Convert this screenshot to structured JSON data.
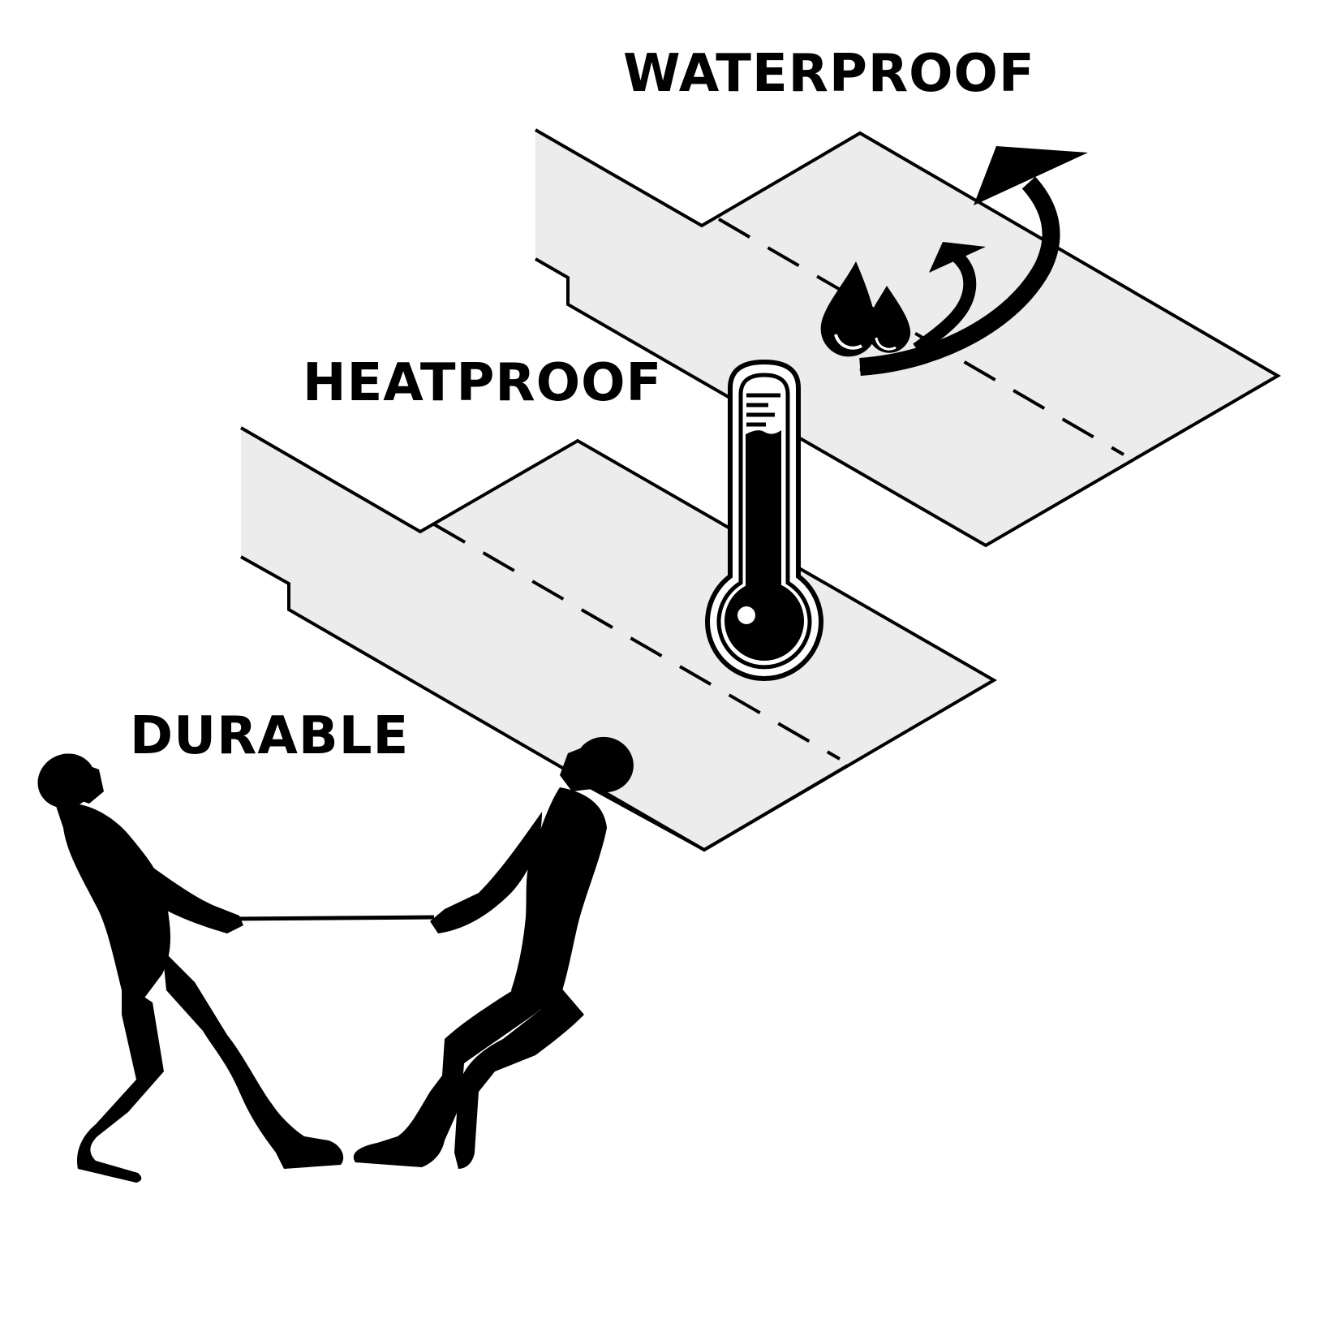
{
  "labels": {
    "waterproof": "WATERPROOF",
    "heatproof": "HEATPROOF",
    "durable": "DURABLE"
  },
  "icons": {
    "waterproof": "water-drops-with-arrows-icon",
    "heatproof": "thermometer-icon",
    "durable": "tug-of-war-silhouette-icon"
  },
  "colors": {
    "ink": "#000000",
    "sheet_fill": "#ececec",
    "background": "#ffffff"
  }
}
